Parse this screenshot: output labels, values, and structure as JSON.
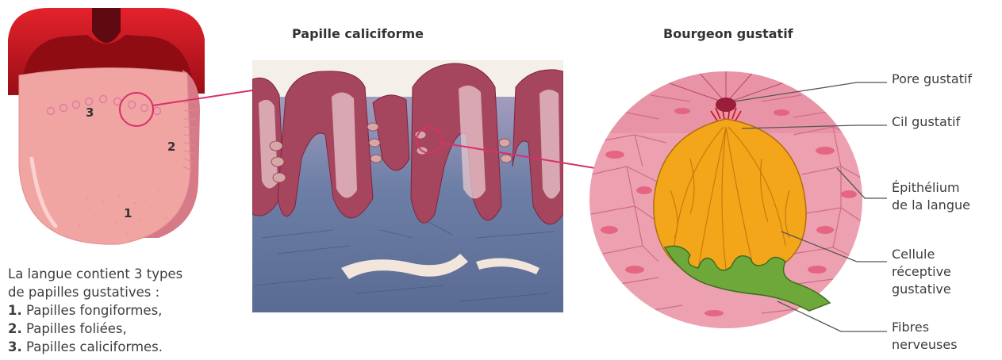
{
  "micrograph_title": "Papille caliciforme",
  "diagram_title": "Bourgeon gustatif",
  "tongue_numbers": [
    "1",
    "2",
    "3"
  ],
  "legend": {
    "intro_line1": "La langue contient 3 types",
    "intro_line2": "de papilles gustatives :",
    "items": [
      {
        "num": "1.",
        "text": "Papilles fongiformes,"
      },
      {
        "num": "2.",
        "text": "Papilles foliées,"
      },
      {
        "num": "3.",
        "text": "Papilles caliciformes."
      }
    ]
  },
  "labels": {
    "pore": "Pore gustatif",
    "cil": "Cil gustatif",
    "epithelium_1": "Épithélium",
    "epithelium_2": "de la langue",
    "cellule_1": "Cellule",
    "cellule_2": "réceptive",
    "cellule_3": "gustative",
    "fibres_1": "Fibres",
    "fibres_2": "nerveuses"
  },
  "colors": {
    "mouth": "#c0141e",
    "tongue": "#f0a5a2",
    "highlight": "#d9306a",
    "bud": "#f3a61a",
    "nerve": "#6fa83a",
    "epithelium": "#eda1b0"
  }
}
